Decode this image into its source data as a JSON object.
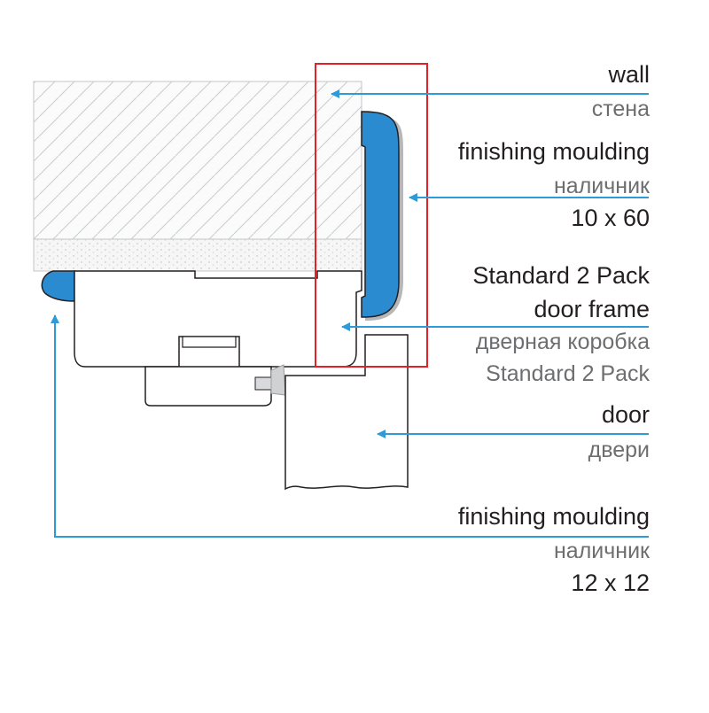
{
  "colors": {
    "accent_blue": "#2a8bd0",
    "arrow_blue": "#2f9ad8",
    "highlight_red": "#e32028",
    "outline": "#231f20",
    "text_primary": "#231f20",
    "text_secondary": "#6d6e70"
  },
  "labels": {
    "wall": {
      "en": "wall",
      "ru": "стена"
    },
    "moulding_large": {
      "en": "finishing moulding",
      "ru": "наличник",
      "size": "10 x 60"
    },
    "door_frame": {
      "en_line1": "Standard 2 Pack",
      "en_line2": "door frame",
      "ru_line1": "дверная коробка",
      "ru_line2": "Standard 2 Pack"
    },
    "door": {
      "en": "door",
      "ru": "двери"
    },
    "moulding_small": {
      "en": "finishing moulding",
      "ru": "наличник",
      "size": "12 x 12"
    }
  }
}
